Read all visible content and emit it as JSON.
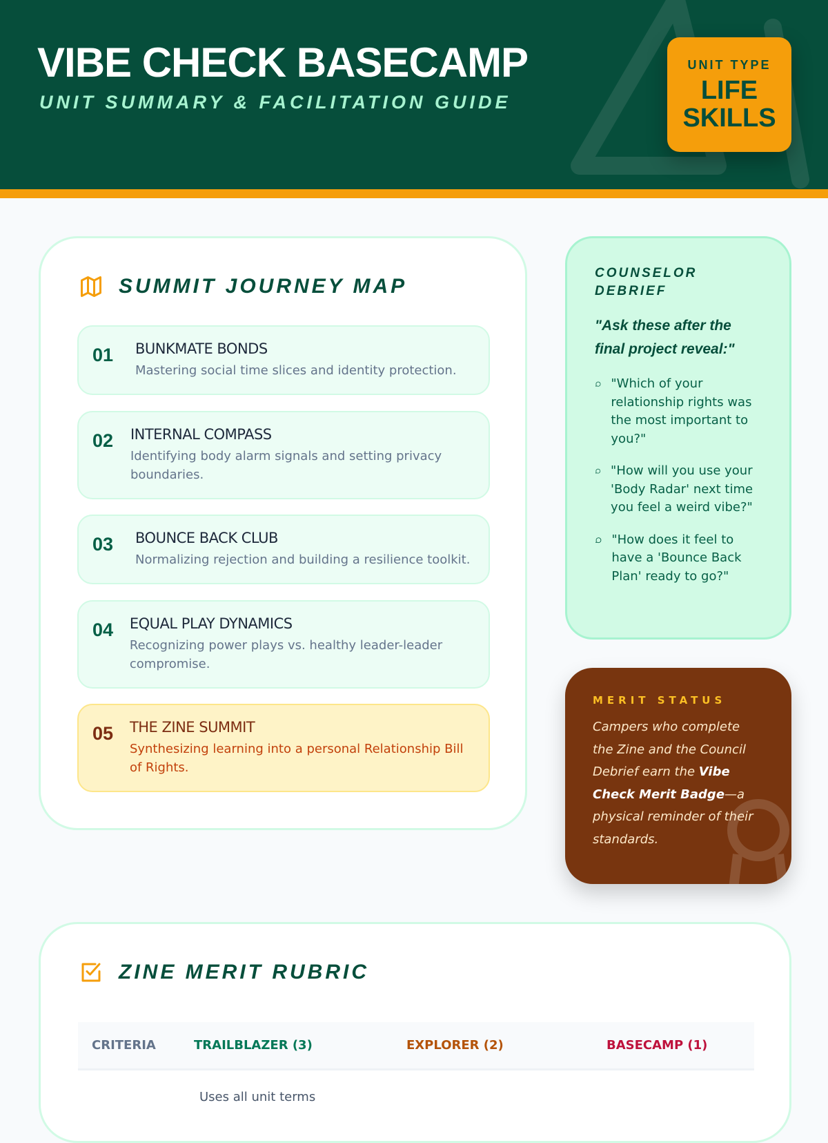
{
  "header": {
    "title": "VIBE CHECK BASECAMP",
    "subtitle": "UNIT SUMMARY & FACILITATION GUIDE",
    "unit_type_label": "UNIT TYPE",
    "unit_type_value_line1": "LIFE",
    "unit_type_value_line2": "SKILLS"
  },
  "journey": {
    "title": "SUMMIT JOURNEY MAP",
    "steps": [
      {
        "num": "01",
        "title": "BUNKMATE BONDS",
        "desc": "Mastering social time slices and identity protection."
      },
      {
        "num": "02",
        "title": "INTERNAL COMPASS",
        "desc": "Identifying body alarm signals and setting privacy boundaries."
      },
      {
        "num": "03",
        "title": "BOUNCE BACK CLUB",
        "desc": "Normalizing rejection and building a resilience toolkit."
      },
      {
        "num": "04",
        "title": "EQUAL PLAY DYNAMICS",
        "desc": "Recognizing power plays vs. healthy leader-leader compromise."
      },
      {
        "num": "05",
        "title": "THE ZINE SUMMIT",
        "desc": "Synthesizing learning into a personal Relationship Bill of Rights."
      }
    ]
  },
  "debrief": {
    "title": "COUNSELOR DEBRIEF",
    "intro": "\"Ask these after the final project reveal:\"",
    "questions": [
      "\"Which of your relationship rights was the most important to you?\"",
      "\"How will you use your 'Body Radar' next time you feel a weird vibe?\"",
      "\"How does it feel to have a 'Bounce Back Plan' ready to go?\""
    ]
  },
  "merit": {
    "title": "MERIT STATUS",
    "text_before": "Campers who complete the Zine and the Council Debrief earn the ",
    "text_bold": "Vibe Check Merit Badge",
    "text_after": "—a physical reminder of their standards."
  },
  "rubric": {
    "title": "ZINE MERIT RUBRIC",
    "columns": [
      "CRITERIA",
      "TRAILBLAZER (3)",
      "EXPLORER (2)",
      "BASECAMP (1)"
    ],
    "first_cell": "Uses all unit terms"
  },
  "colors": {
    "forest": "#064e3b",
    "amber": "#f59e0b",
    "mint": "#d1fae5",
    "brown": "#78350f"
  }
}
